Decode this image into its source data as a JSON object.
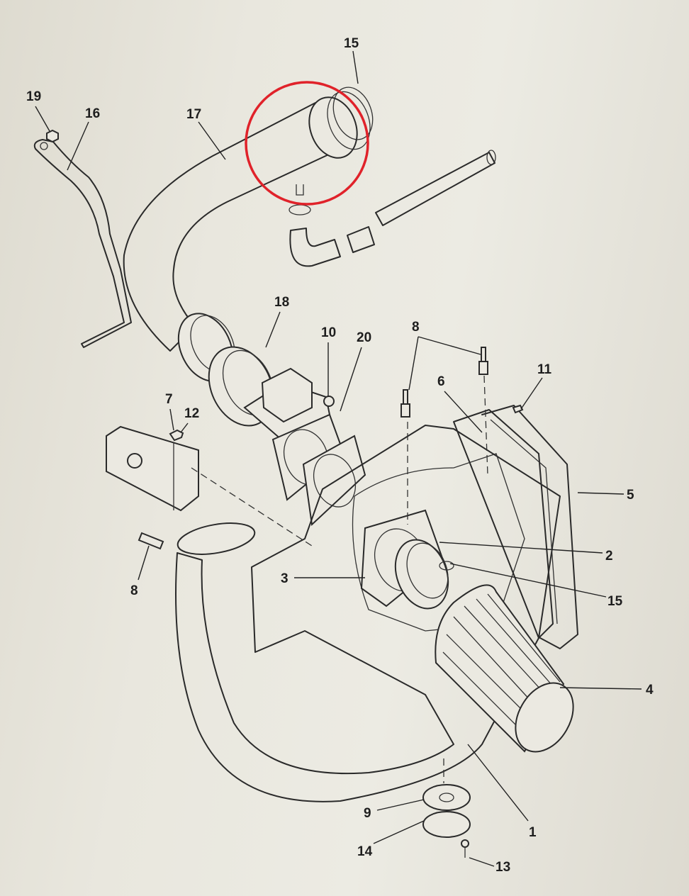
{
  "diagram": {
    "title": "Air intake assembly exploded view",
    "highlight_color": "#e0222a",
    "callouts": [
      "15",
      "19",
      "16",
      "17",
      "18",
      "10",
      "20",
      "8",
      "11",
      "6",
      "7",
      "12",
      "5",
      "2",
      "3",
      "8",
      "15",
      "4",
      "9",
      "1",
      "14",
      "13"
    ]
  }
}
